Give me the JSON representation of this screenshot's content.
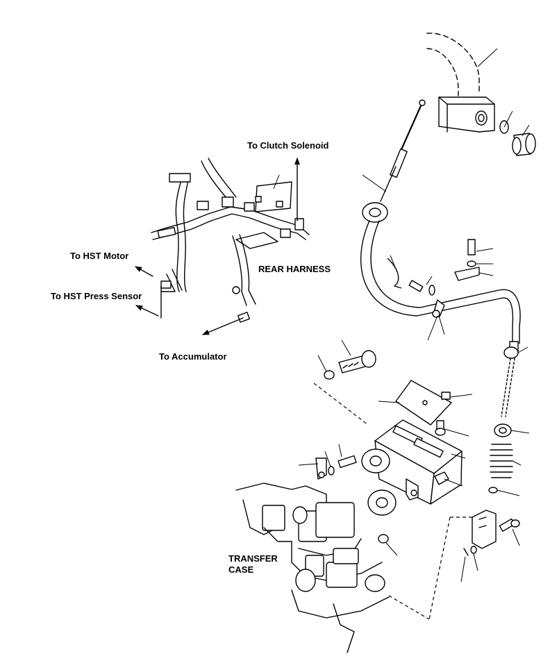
{
  "labels": {
    "clutch_solenoid": "To Clutch Solenoid",
    "hst_motor": "To HST Motor",
    "rear_harness": "REAR HARNESS",
    "hst_press_sensor": "To HST Press Sensor",
    "accumulator": "To Accumulator",
    "transfer_case_line1": "TRANSFER",
    "transfer_case_line2": "CASE"
  }
}
